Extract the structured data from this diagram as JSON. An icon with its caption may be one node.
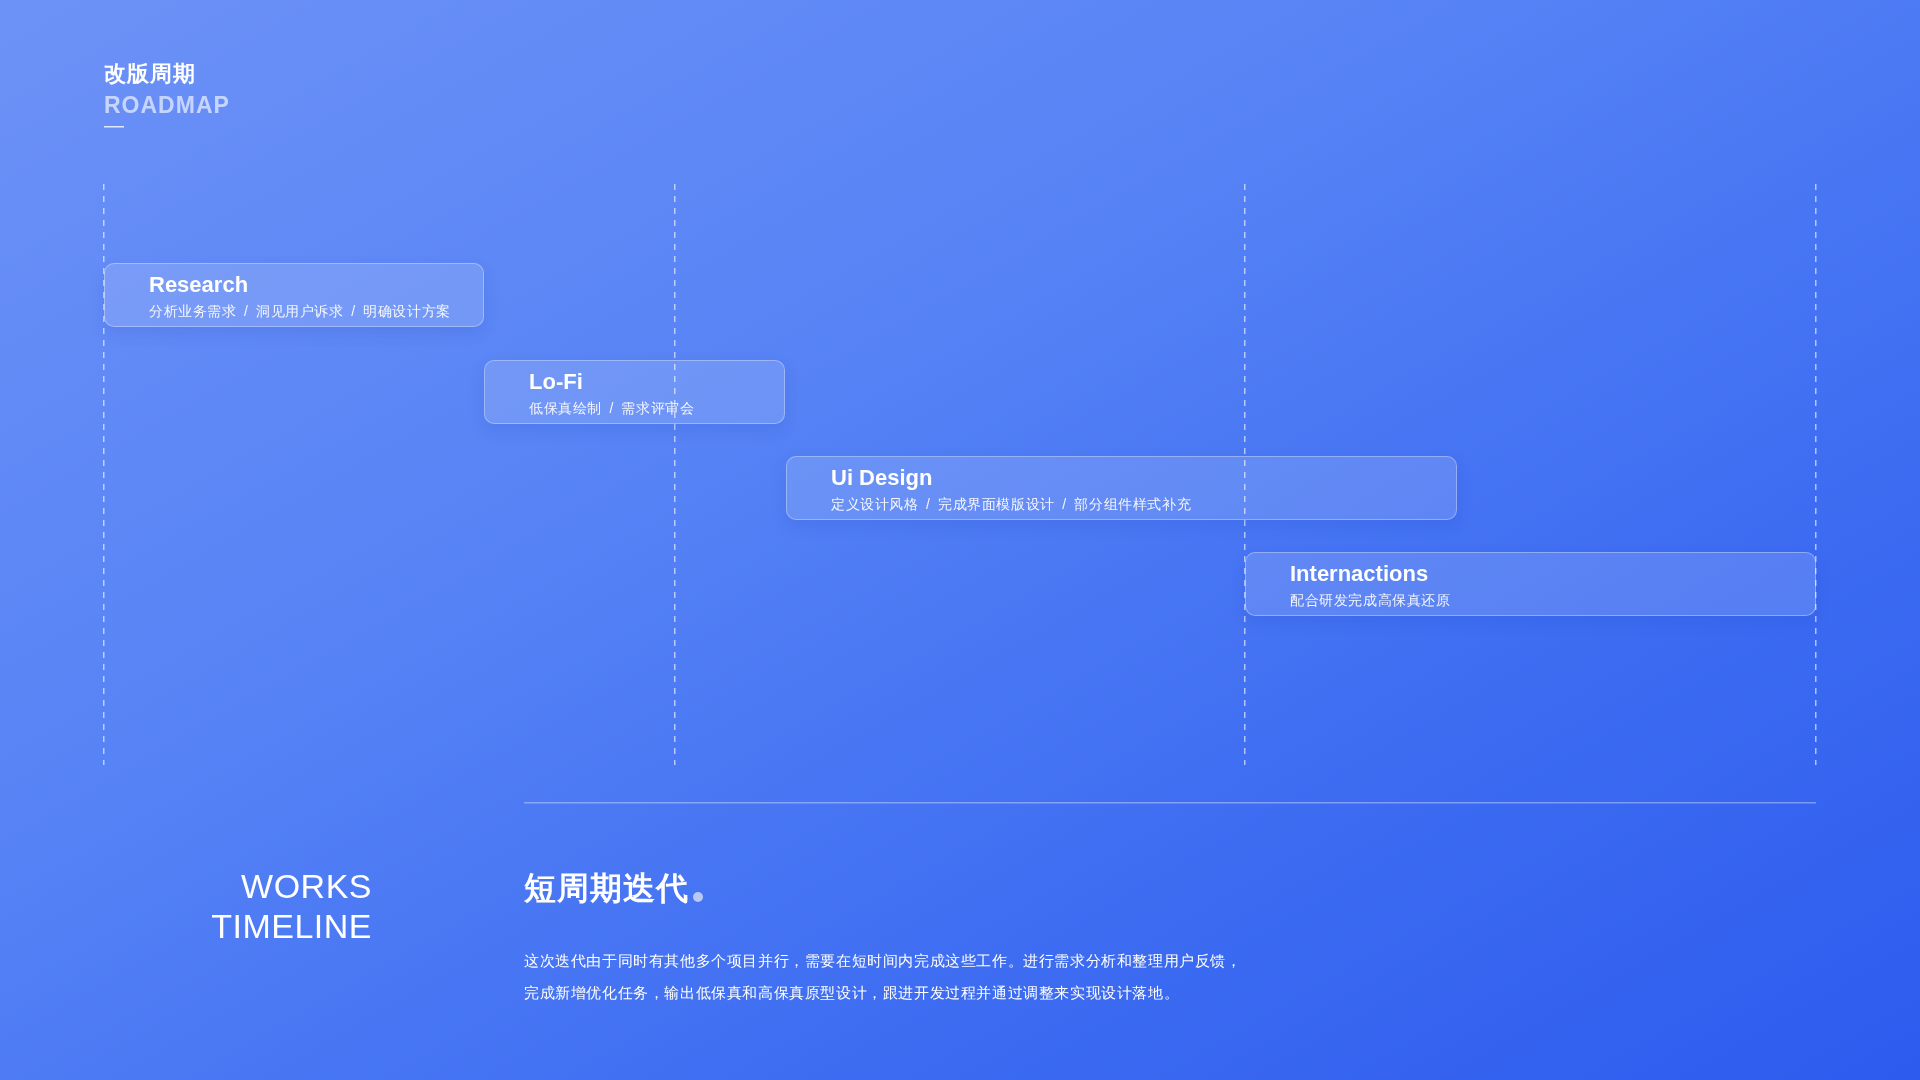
{
  "diagram": {
    "title": "改版周期",
    "nodes": [
      {
        "text": [
          "Research",
          "分析业务需求 / 洞见用户诉求 / 明确设计方案"
        ]
      },
      {
        "text": [
          "Lo-Fi",
          "低保真绘制 / 需求评审会"
        ]
      },
      {
        "text": [
          "Ui Design",
          "定义设计风格 / 完成界面模版设计 / 部分组件样式补充"
        ]
      },
      {
        "text": [
          "Internactions",
          "配合研发完成高保真还原"
        ]
      }
    ],
    "labels": [
      "ROADMAP",
      "WORKS TIMELINE",
      "短周期迭代",
      "这次迭代由于同时有其他多个项目并行，需要在短时间内完成这些工作。进行需求分析和整理用户反馈，完成新增优化任务，输出低保真和高保真原型设计，跟进开发过程并通过调整来实现设计落地。"
    ]
  }
}
